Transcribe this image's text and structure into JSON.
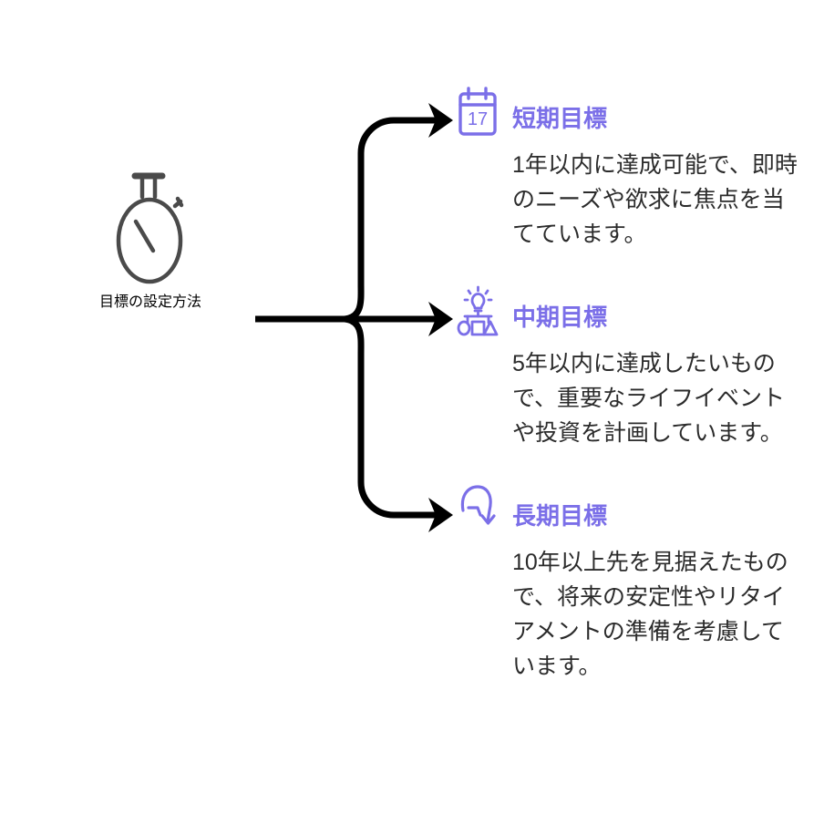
{
  "diagram": {
    "background_color": "#ffffff",
    "accent_color": "#7b6fe8",
    "root_color": "#4a4a4a",
    "body_color": "#2b2b2b",
    "connector_color": "#000000",
    "type": "horizontal-fork-mindmap"
  },
  "root": {
    "label": "目標の設定方法",
    "icon": "stopwatch-icon"
  },
  "branches": [
    {
      "icon": "calendar-17-icon",
      "icon_text": "17",
      "title": "短期目標",
      "body": "1年以内に達成可能で、即時のニーズや欲求に焦点を当てています。"
    },
    {
      "icon": "idea-lightbulb-shapes-icon",
      "title": "中期目標",
      "body": "5年以内に達成したいもので、重要なライフイベントや投資を計画しています。"
    },
    {
      "icon": "loop-arrow-clock-icon",
      "title": "長期目標",
      "body": "10年以上先を見据えたもので、将来の安定性やリタイアメントの準備を考慮しています。"
    }
  ]
}
